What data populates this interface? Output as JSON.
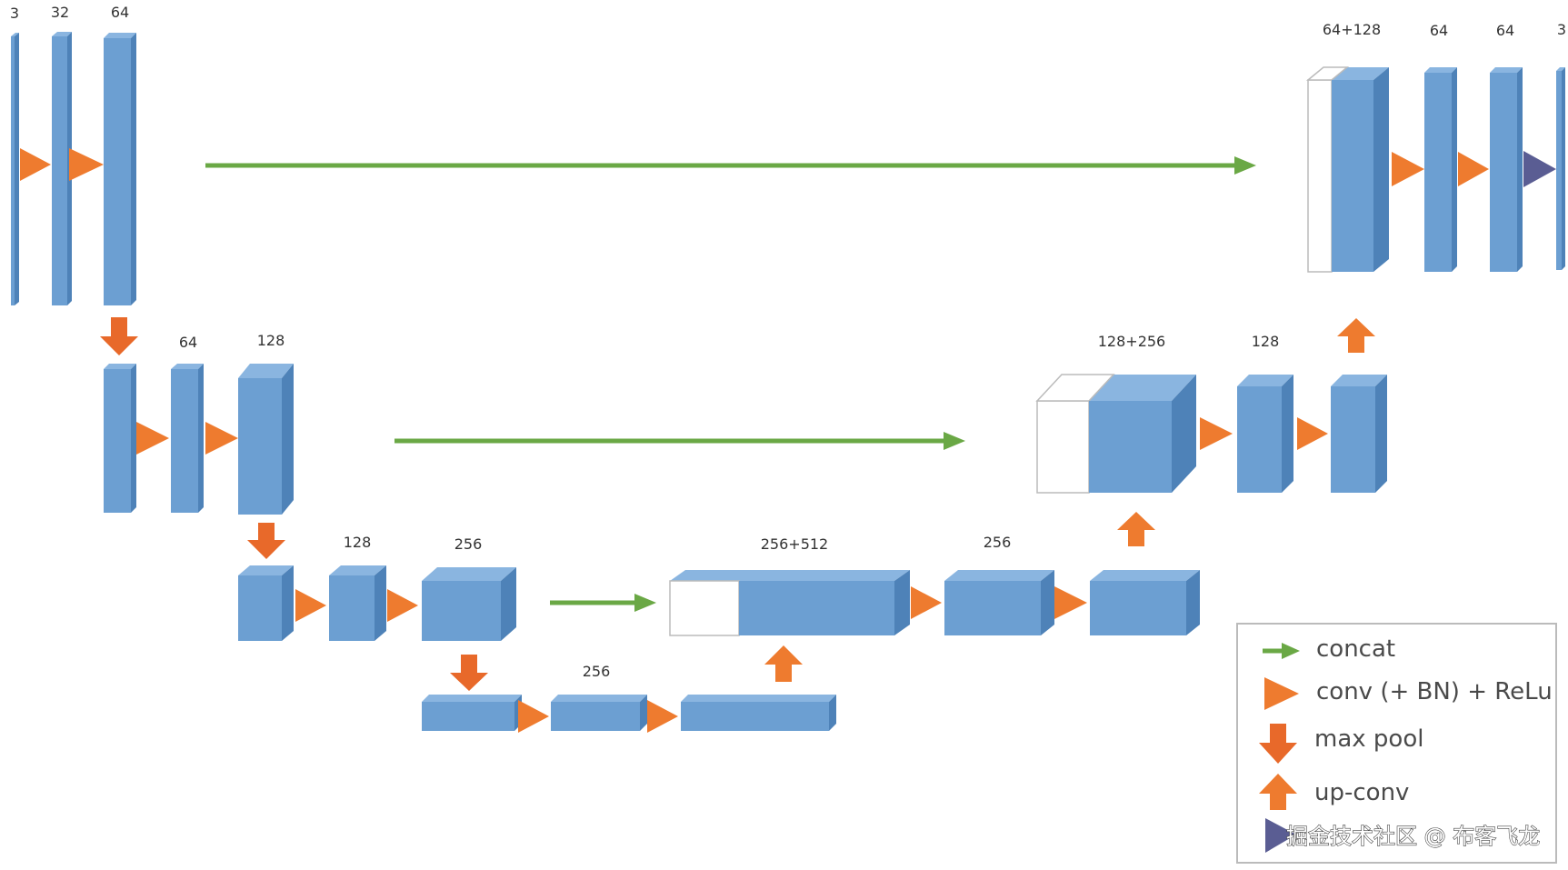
{
  "colors": {
    "block": "#6c9fd2",
    "block_top": "#8ab5e0",
    "block_side": "#4e82b8",
    "conv": "#ee7b2f",
    "maxpool": "#e8692a",
    "upconv": "#ee7b2f",
    "concat": "#6aa845",
    "final": "#5a5d93"
  },
  "labels": {
    "l1_in": "3",
    "l1_c1": "32",
    "l1_c2": "64",
    "l2_c1": "64",
    "l2_c2": "128",
    "l3_c1": "128",
    "l3_c2": "256",
    "l4_c1": "256",
    "l3_up_concat": "256+512",
    "l3_up_c": "256",
    "l2_up_concat": "128+256",
    "l2_up_c": "128",
    "l1_up_concat": "64+128",
    "l1_up_c1": "64",
    "l1_up_c2": "64",
    "l1_out": "3"
  },
  "legend": {
    "concat": "concat",
    "conv": "conv (+ BN) + ReLu",
    "maxpool": "max pool",
    "upconv": "up-conv",
    "final_icon": "final-conv-icon"
  },
  "watermark": "掘金技术社区 @ 布客飞龙"
}
